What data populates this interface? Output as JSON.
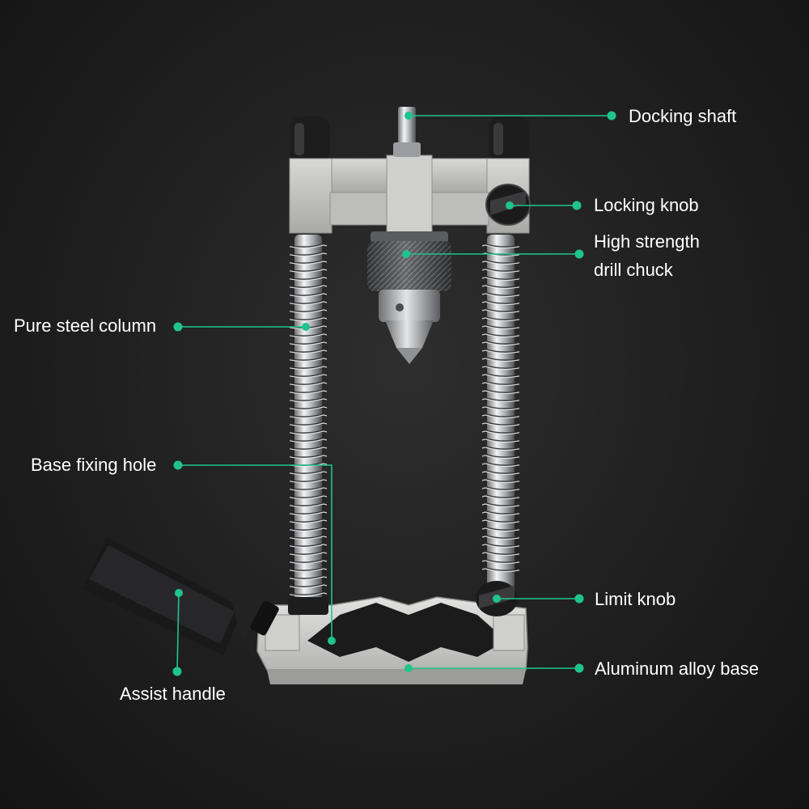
{
  "accent_color": "#1fc48c",
  "labels": {
    "docking_shaft": "Docking shaft",
    "locking_knob": "Locking knob",
    "drill_chuck_line1": "High strength",
    "drill_chuck_line2": "drill chuck",
    "steel_column": "Pure steel column",
    "base_fixing_hole": "Base fixing hole",
    "limit_knob": "Limit knob",
    "aluminum_base": "Aluminum alloy base",
    "assist_handle": "Assist handle"
  }
}
